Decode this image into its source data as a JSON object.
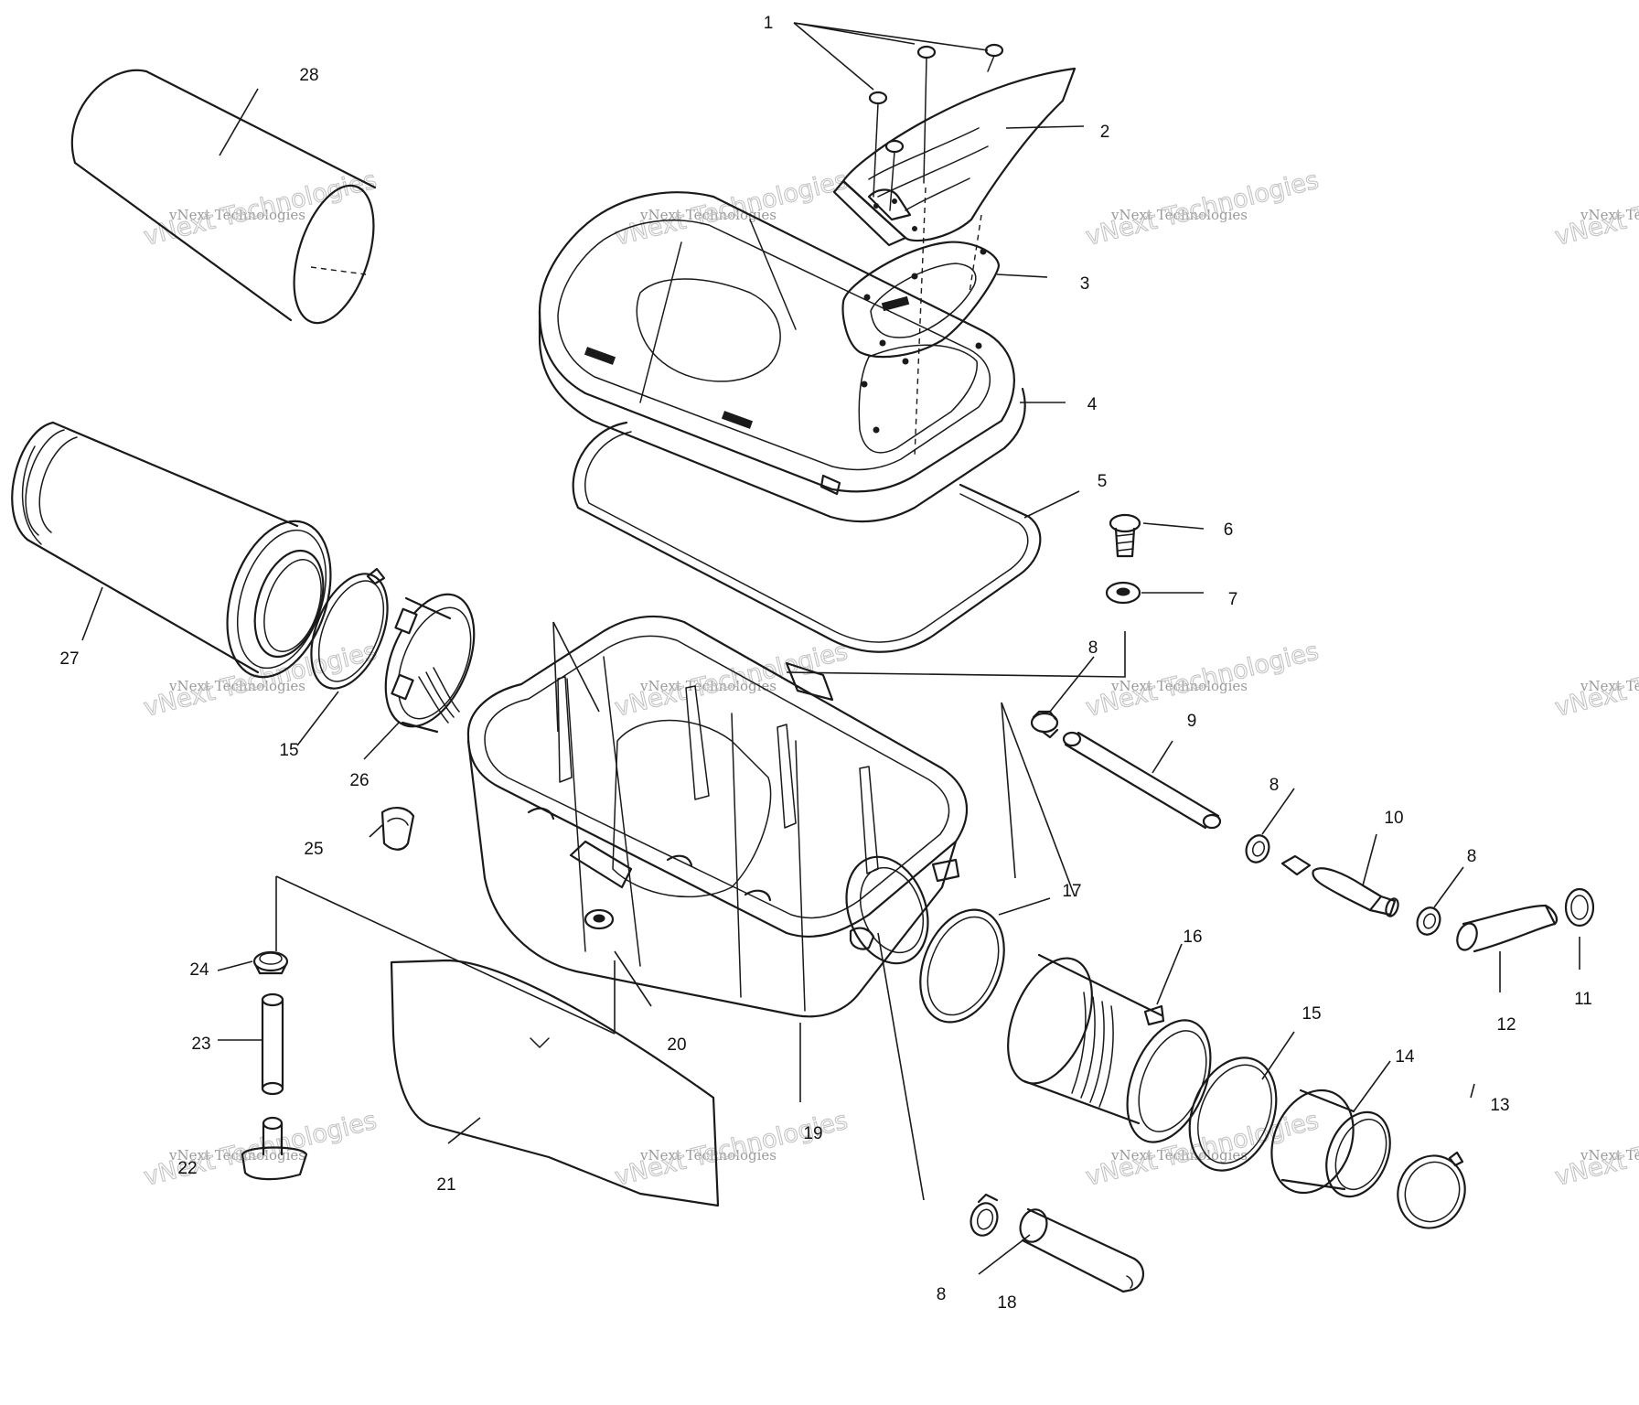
{
  "callouts": {
    "c1": "1",
    "c2": "2",
    "c3": "3",
    "c4": "4",
    "c5": "5",
    "c6": "6",
    "c7": "7",
    "c8a": "8",
    "c8b": "8",
    "c8c": "8",
    "c8d": "8",
    "c9": "9",
    "c10": "10",
    "c11": "11",
    "c12": "12",
    "c13": "13",
    "c14": "14",
    "c15a": "15",
    "c15b": "15",
    "c16": "16",
    "c17": "17",
    "c18": "18",
    "c19": "19",
    "c20": "20",
    "c21": "21",
    "c22": "22",
    "c23": "23",
    "c24": "24",
    "c25": "25",
    "c26": "26",
    "c27": "27",
    "c28": "28"
  },
  "watermark": {
    "line1": "vNext Technologies",
    "line2": "vNext Technologies"
  }
}
